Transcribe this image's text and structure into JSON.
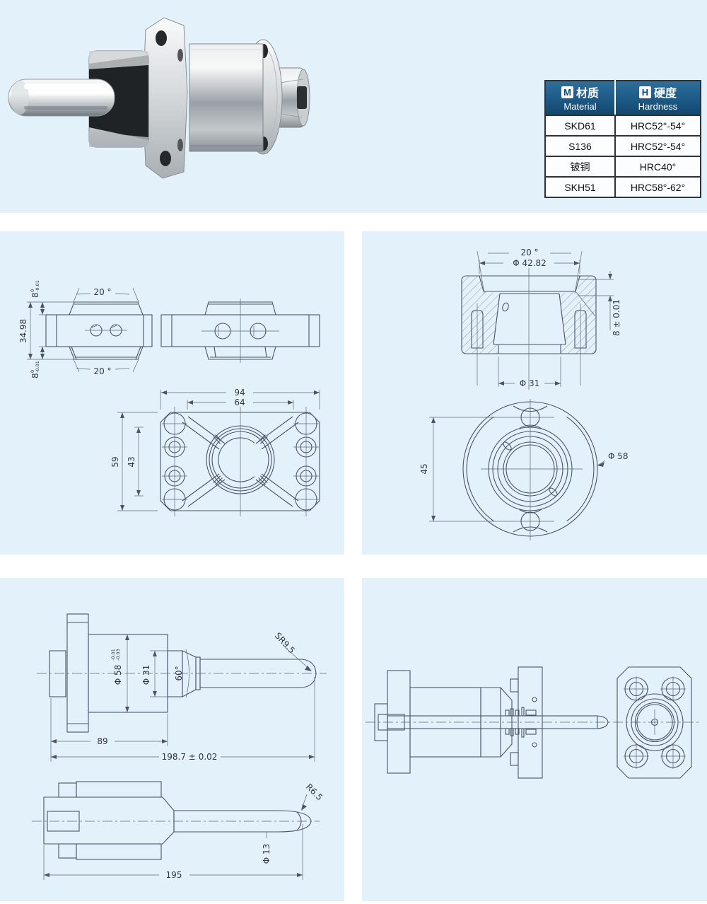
{
  "colors": {
    "panel_bg": "#e3f1fa",
    "header_blue_top": "#2d6f9f",
    "header_blue_bottom": "#11476f",
    "line": "#4a5763",
    "table_border": "#2e3338"
  },
  "table": {
    "header": {
      "m_badge": "M",
      "material_cn": "材质",
      "material_en": "Material",
      "h_badge": "H",
      "hardness_cn": "硬度",
      "hardness_en": "Hardness"
    },
    "rows": [
      {
        "material": "SKD61",
        "hardness": "HRC52°-54°"
      },
      {
        "material": "S136",
        "hardness": "HRC52°-54°"
      },
      {
        "material": "铍铜",
        "hardness": "HRC40°"
      },
      {
        "material": "SKH51",
        "hardness": "HRC58°-62°"
      }
    ]
  },
  "drawings": {
    "clamp_views": {
      "angle_top": "20 °",
      "angle_bottom": "20 °",
      "tol8_top_main": "8",
      "tol8_top_sup": "0",
      "tol8_top_sub": "-0.01",
      "height": "34.98",
      "tol8_bot_main": "8",
      "tol8_bot_sup": "0",
      "tol8_bot_sub": "-0.01"
    },
    "plate_view": {
      "w_outer": "94",
      "w_inner": "64",
      "h_outer": "59",
      "h_inner": "43"
    },
    "section_view": {
      "angle": "20 °",
      "dia_mouth": "Φ 42.82",
      "depth": "8 ± 0.01",
      "dia_bore": "Φ 31"
    },
    "flange_view": {
      "span": "45",
      "dia": "Φ 58"
    },
    "pin_view": {
      "sphere": "SR9.5",
      "dia58_main": "Φ 58",
      "dia58_sup": "-0.01",
      "dia58_sub": "-0.03",
      "dia31": "Φ 31",
      "cone_angle": "60°",
      "len_flange": "89",
      "len_total": "198.7 ± 0.02"
    },
    "pin_section": {
      "tip_radius": "R6.5",
      "dia": "Φ 13",
      "length": "195"
    }
  }
}
